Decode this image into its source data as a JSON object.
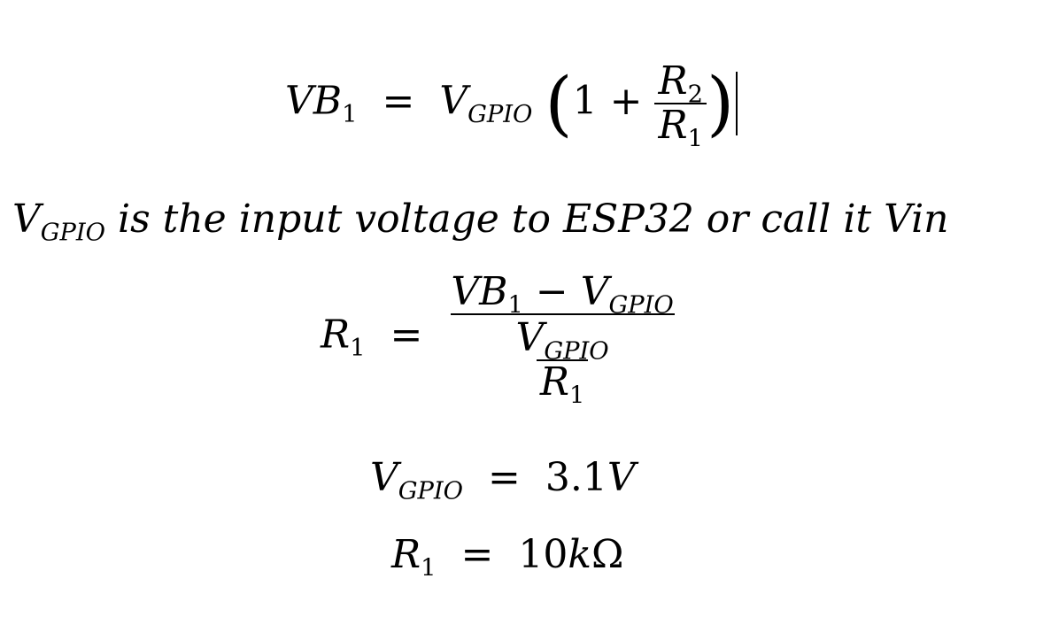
{
  "equations": {
    "eq1": {
      "lhs": "VB",
      "lhs_sub": "1",
      "equals": "=",
      "v": "V",
      "v_sub": "GPIO",
      "open": "(",
      "one": "1",
      "plus": "+",
      "num": "R",
      "num_sub": "2",
      "den": "R",
      "den_sub": "1",
      "close": ")"
    },
    "note": {
      "v": "V",
      "v_sub": "GPIO",
      "text": " is the input voltage to ESP32 or call it Vin"
    },
    "eq2": {
      "lhs": "R",
      "lhs_sub": "1",
      "equals": "=",
      "num_a": "VB",
      "num_a_sub": "1",
      "minus": "−",
      "num_b": "V",
      "num_b_sub": "GPIO",
      "den_num": "V",
      "den_num_sub": "GPIO",
      "den_den": "R",
      "den_den_sub": "1"
    },
    "eq3": {
      "lhs": "V",
      "lhs_sub": "GPIO",
      "equals": "=",
      "value": "3.1",
      "unit": "V"
    },
    "eq4": {
      "lhs": "R",
      "lhs_sub": "1",
      "equals": "=",
      "value": "10",
      "unit_k": "k",
      "unit_ohm": "Ω"
    }
  }
}
